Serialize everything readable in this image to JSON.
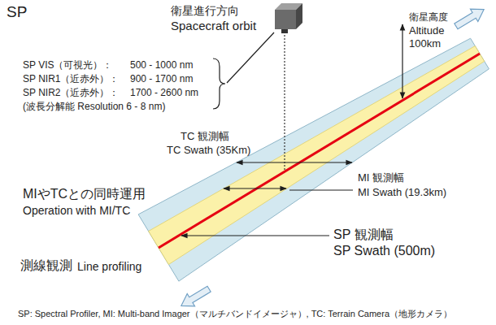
{
  "diagram": {
    "title": "SP",
    "caption": "SP: Spectral Profiler, MI: Multi-band Imager（マルチバンドイメージャ）, TC: Terrain Camera（地形カメラ）",
    "labels": [
      "衛星進行方向",
      "Spacecraft orbit",
      "衛星高度",
      "Altitude",
      "100km",
      "SP VIS（可視光）：",
      "500 - 1000 nm",
      "SP NIR1（近赤外）：",
      "900 - 1700 nm",
      "SP NIR2（近赤外）：",
      "1700 - 2600 nm",
      "(波長分解能 Resolution 6 - 8 nm)",
      "TC 観測幅",
      "TC Swath (35Km)",
      "MIやTCとの同時運用",
      "Operation with MI/TC",
      "MI 観測幅",
      "MI Swath (19.3km)",
      "測線観測",
      "Line profiling",
      "SP 観測幅",
      "SP Swath (500m)"
    ]
  }
}
